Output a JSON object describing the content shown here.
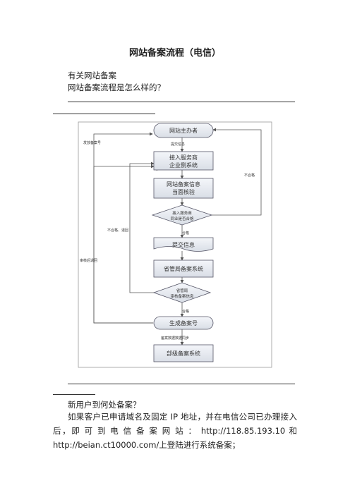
{
  "doc": {
    "title": "网站备案流程（电信）",
    "line1": "有关网站备案",
    "line2": "网站备案流程是怎么样的？",
    "q_title": "新用户到何处备案？",
    "paragraph": "如果客户已申请域名及固定 IP 地址，并在电信公司已办理接入后，即 可 到 电 信 备 案 网 站 ： http://118.85.193.10 和 http://beian.ct10000.com/上登陆进行系统备案；"
  },
  "flow": {
    "n1": "网站主办者",
    "n2a": "接入服务商",
    "n2b": "企业侧系统",
    "n3a": "网站备案信息",
    "n3b": "当面核验",
    "d1a": "接入服务商",
    "d1b": "同业是否合格",
    "n4": "提交信息",
    "n5": "省管局备案系统",
    "d2a": "省管局",
    "d2b": "审核备案信息",
    "n6": "生成备案号",
    "n7": "部级备案系统",
    "l_submit": "提交信息",
    "l_send_no": "发放备案号",
    "l_fail_right": "不合格",
    "l_pass1": "合格",
    "l_fail_return": "不合格、退回",
    "l_review_return": "审核后退回",
    "l_pass2": "合格",
    "l_sync": "备案数据数据同步"
  }
}
